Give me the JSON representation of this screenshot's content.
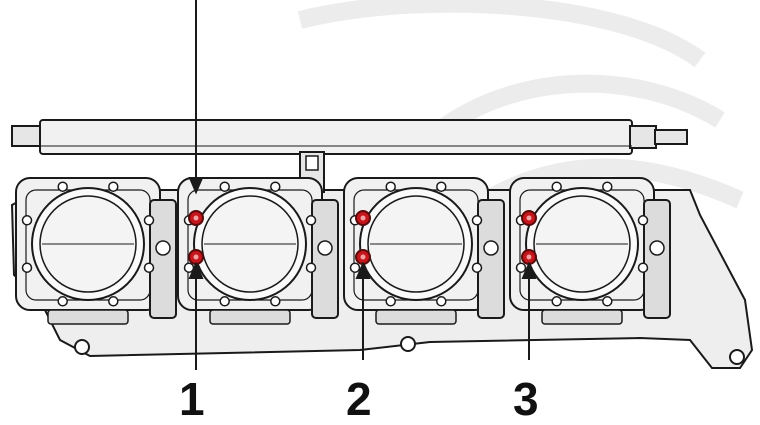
{
  "labels": [
    "1",
    "2",
    "3"
  ],
  "colors": {
    "line": "#1a1a1a",
    "fill": "#f1f1f1",
    "fill_dark": "#dcdcdc",
    "watermark": "#ececec",
    "bolt": "#c4161c"
  },
  "icons": [
    "throttle-body-icon",
    "fuel-rail-icon",
    "red-bolt-icon",
    "pointer-arrow-icon"
  ]
}
